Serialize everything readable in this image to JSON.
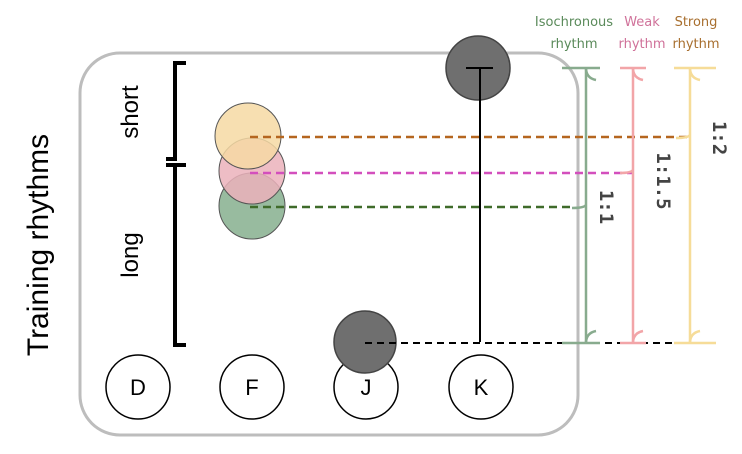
{
  "title": "Training rhythms",
  "labels": {
    "short": "short",
    "long": "long"
  },
  "keys": [
    "D",
    "F",
    "J",
    "K"
  ],
  "columns": [
    {
      "line1": "Isochronous",
      "line2": "rhythm",
      "color": "#5a8a5a",
      "ratio": "1:1"
    },
    {
      "line1": "Weak",
      "line2": "rhythm",
      "color": "#d0729a",
      "ratio": "1:1.5"
    },
    {
      "line1": "Strong",
      "line2": "rhythm",
      "color": "#a86f2f",
      "ratio": "1:2"
    }
  ],
  "colors": {
    "frame": "#bdbdbd",
    "target_gray": "#6f6f6f",
    "yellow_circle": "#f6d9a3",
    "pink_circle": "#ebb1bb",
    "green_circle": "#8fb597",
    "yellow_dash": "#b5661f",
    "pink_dash": "#d34fbd",
    "green_dash": "#3f6b2a",
    "iso_bracket": "#88ab8e",
    "weak_bracket": "#f2a5a8",
    "strong_bracket": "#f6dc98"
  }
}
